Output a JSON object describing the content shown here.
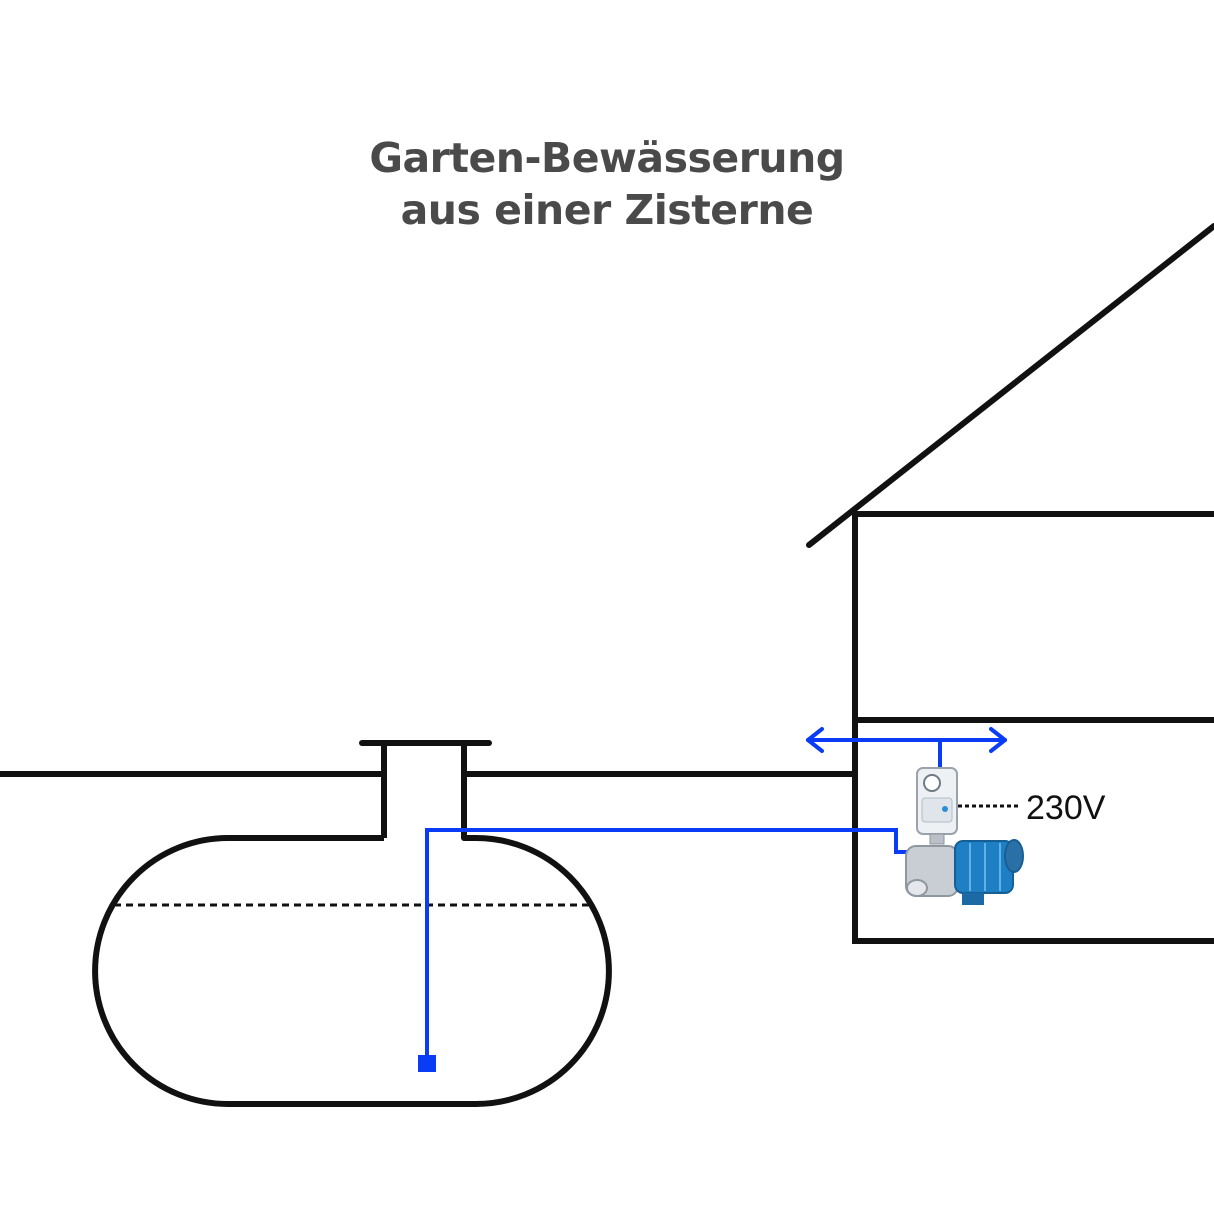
{
  "title": {
    "line1": "Garten-Bewässerung",
    "line2": "aus einer Zisterne"
  },
  "labels": {
    "voltage": "230V"
  },
  "colors": {
    "outline": "#111111",
    "pipe": "#0a3cf5",
    "title": "#4a4a4a",
    "pump_body": "#1f7fc4",
    "pump_steel": "#c9ced4",
    "controller": "#e9edf1"
  },
  "icons": {
    "pump": "water-pump-icon",
    "controller": "pressure-controller-icon",
    "arrow": "double-arrow-icon",
    "filter": "suction-filter-icon"
  }
}
